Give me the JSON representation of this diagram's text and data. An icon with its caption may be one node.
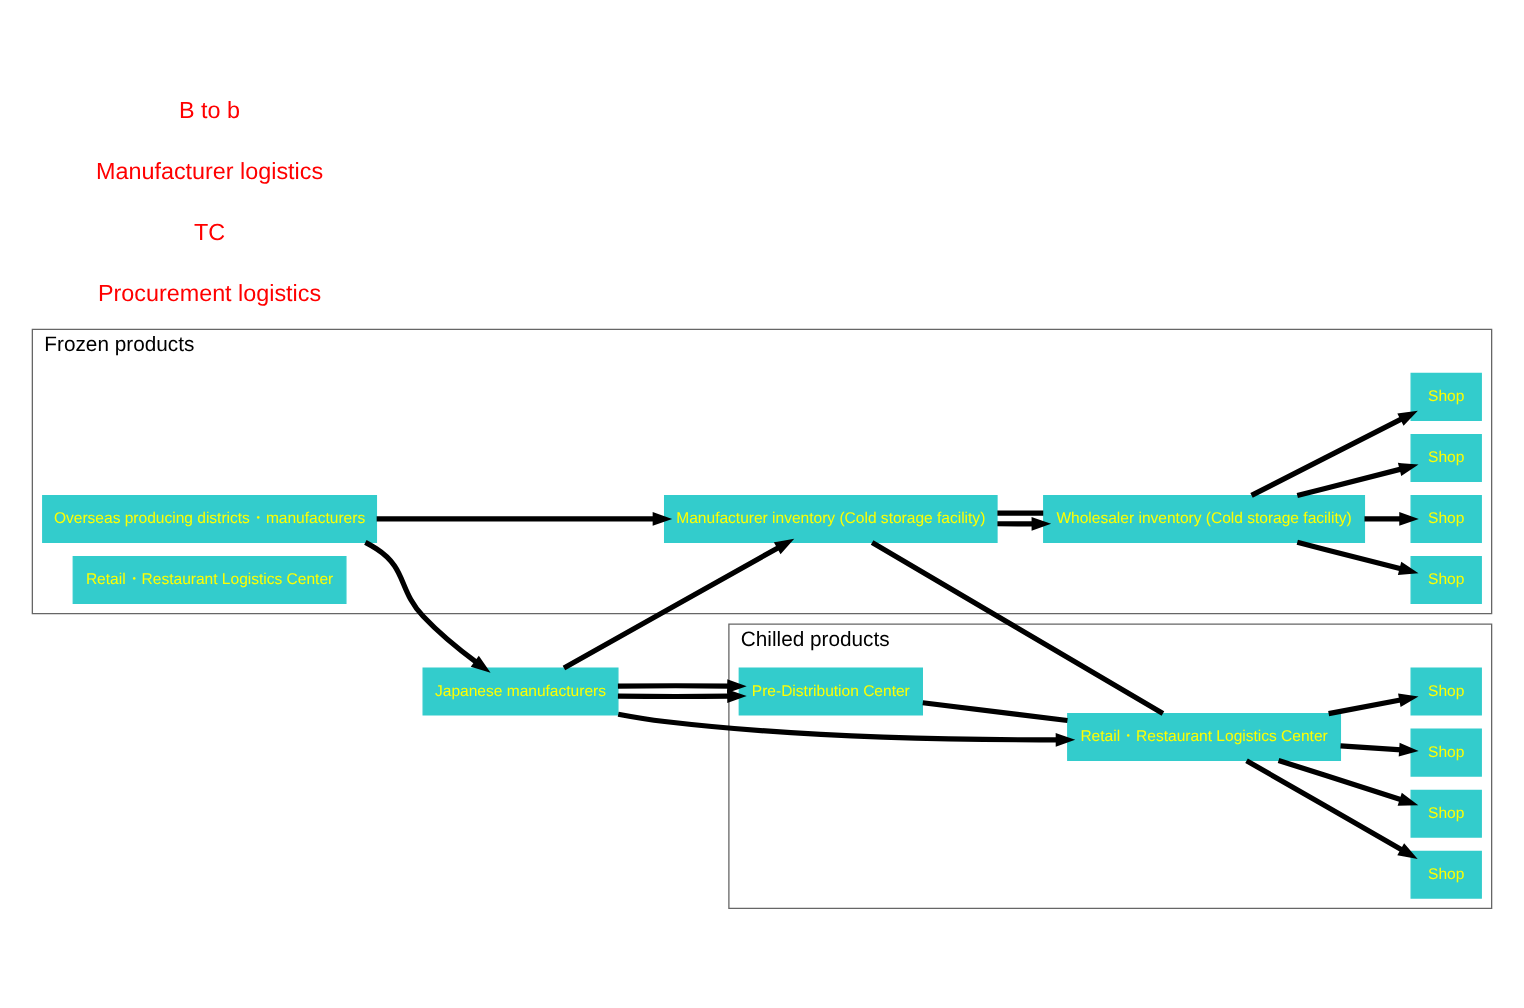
{
  "diagram": {
    "nodes": [
      {
        "text": [
          "Chilled products"
        ]
      },
      {
        "text": [
          "Frozen products"
        ]
      },
      {
        "text": [
          "Overseas producing districts・manufacturers"
        ],
        "in": 1
      },
      {
        "text": [
          "Japanese manufacturers"
        ]
      },
      {
        "text": [
          "Pre-Distribution Center"
        ],
        "in": 0
      },
      {
        "text": [
          "Retail・Restaurant Logistics Center"
        ],
        "in": 0
      },
      {
        "text": [
          "Shop"
        ],
        "in": 0
      },
      {
        "text": [
          "Shop"
        ],
        "in": 0
      },
      {
        "text": [
          "Shop"
        ],
        "in": 0
      },
      {
        "text": [
          "Shop"
        ],
        "in": 0
      },
      {
        "text": [
          "Manufacturer inventory (Cold storage facility)"
        ],
        "in": 1
      },
      {
        "text": [
          "Wholesaler inventory (Cold storage facility)"
        ],
        "in": 1
      },
      {
        "text": [
          "Retail・Restaurant Logistics Center"
        ],
        "in": 1
      },
      {
        "text": [
          "Shop"
        ],
        "in": 1
      },
      {
        "text": [
          "Shop"
        ],
        "in": 1
      },
      {
        "text": [
          "Shop"
        ],
        "in": 1
      },
      {
        "text": [
          "Shop"
        ],
        "in": 1
      }
    ],
    "edges": [
      {
        "from": 2,
        "to": 3,
        "arrow": "to"
      },
      {
        "from": 2,
        "to": 10,
        "arrow": "to"
      },
      {
        "from": 3,
        "to": 4,
        "arrow": "to"
      },
      {
        "from": 3,
        "to": 4,
        "arrow": "to"
      },
      {
        "from": 3,
        "to": 5,
        "arrow": "to"
      },
      {
        "from": 3,
        "to": 10,
        "arrow": "to"
      },
      {
        "from": 4,
        "to": 5,
        "arrow": "none"
      },
      {
        "from": 10,
        "to": 5,
        "arrow": "none"
      },
      {
        "from": 10,
        "to": 11,
        "arrow": "to"
      },
      {
        "from": 10,
        "to": 11,
        "arrow": "none"
      },
      {
        "from": 5,
        "to": 6,
        "arrow": "to"
      },
      {
        "from": 5,
        "to": 7,
        "arrow": "to"
      },
      {
        "from": 5,
        "to": 8,
        "arrow": "to"
      },
      {
        "from": 5,
        "to": 9,
        "arrow": "to"
      },
      {
        "from": 11,
        "to": 13,
        "arrow": "to"
      },
      {
        "from": 11,
        "to": 14,
        "arrow": "to"
      },
      {
        "from": 11,
        "to": 15,
        "arrow": "to"
      },
      {
        "from": 11,
        "to": 16,
        "arrow": "to"
      }
    ],
    "labels": [
      "Procurement logistics",
      "TC",
      "Manufacturer logistics",
      "B to b"
    ]
  }
}
